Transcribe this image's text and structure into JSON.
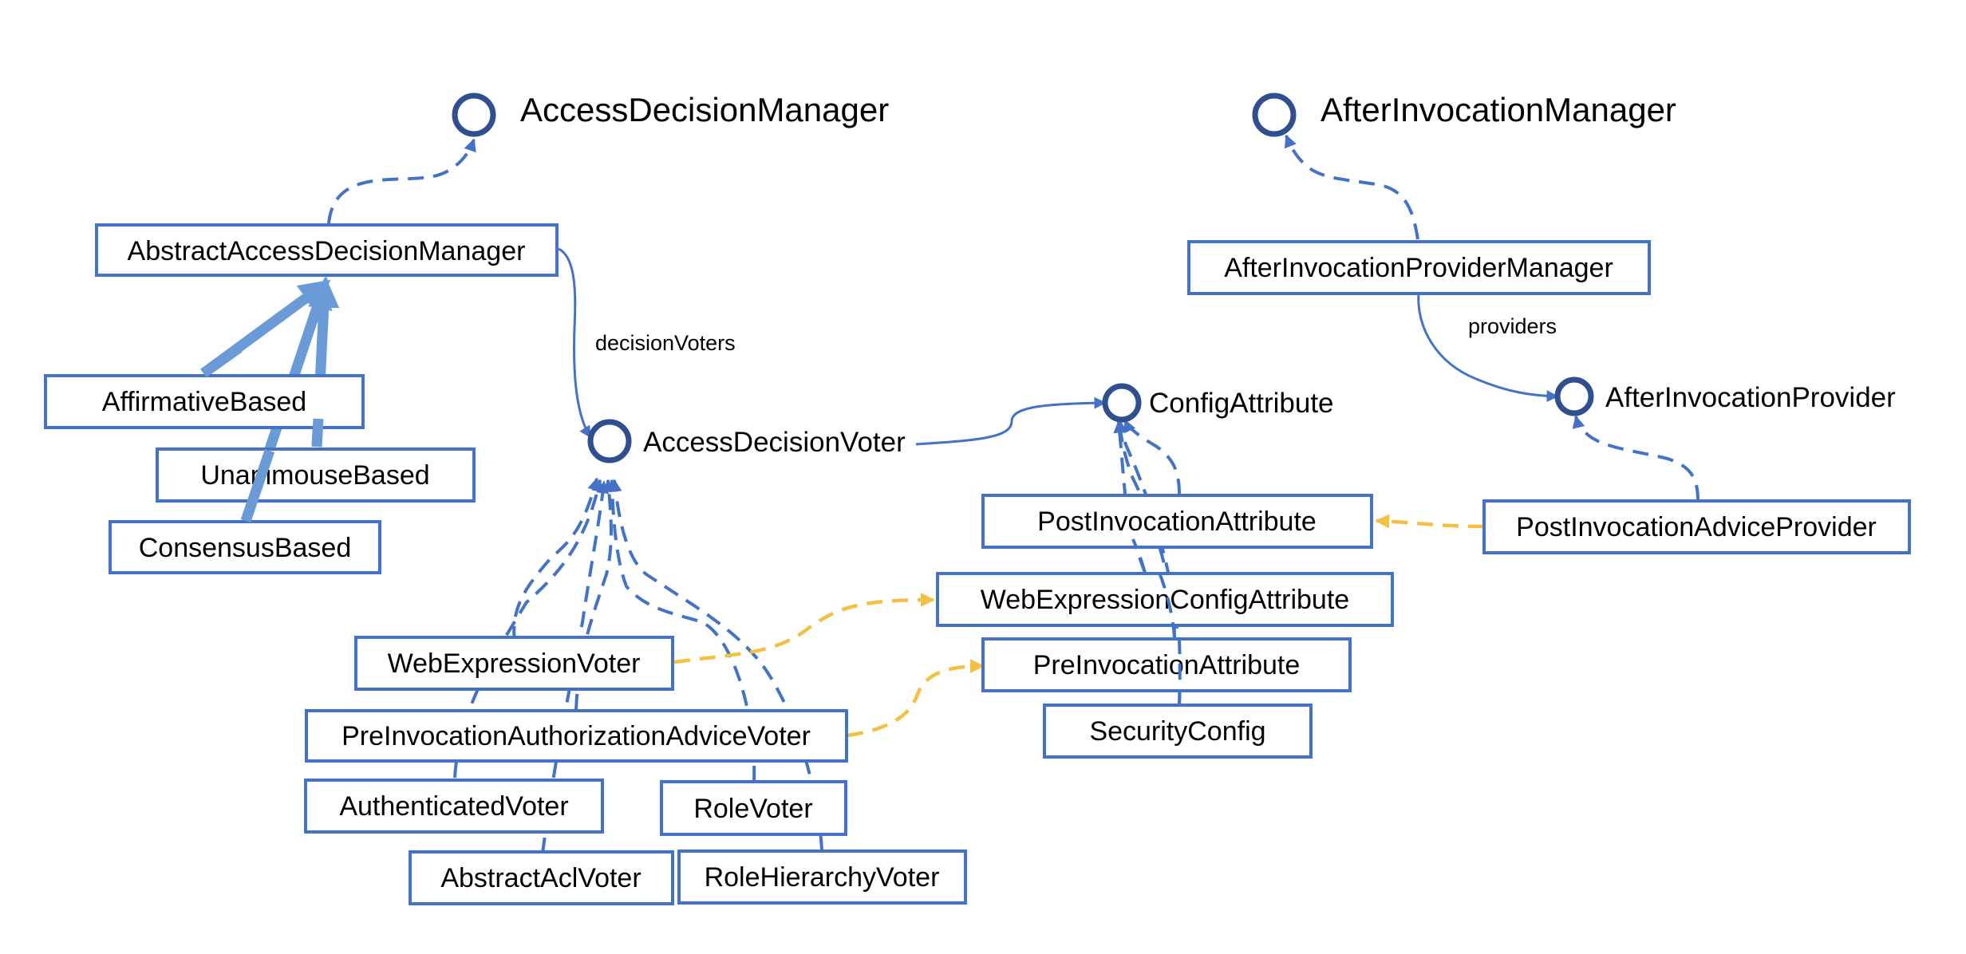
{
  "interfaces": {
    "access_decision_manager": "AccessDecisionManager",
    "after_invocation_manager": "AfterInvocationManager",
    "access_decision_voter": "AccessDecisionVoter",
    "config_attribute": "ConfigAttribute",
    "after_invocation_provider": "AfterInvocationProvider"
  },
  "classes": {
    "abstract_access_decision_manager": "AbstractAccessDecisionManager",
    "affirmative_based": "AffirmativeBased",
    "unanimouse_based": "UnanimouseBased",
    "consensus_based": "ConsensusBased",
    "web_expression_voter": "WebExpressionVoter",
    "pre_invocation_authorization_advice_voter": "PreInvocationAuthorizationAdviceVoter",
    "authenticated_voter": "AuthenticatedVoter",
    "abstract_acl_voter": "AbstractAclVoter",
    "role_voter": "RoleVoter",
    "role_hierarchy_voter": "RoleHierarchyVoter",
    "after_invocation_provider_manager": "AfterInvocationProviderManager",
    "post_invocation_attribute": "PostInvocationAttribute",
    "web_expression_config_attribute": "WebExpressionConfigAttribute",
    "pre_invocation_attribute": "PreInvocationAttribute",
    "security_config": "SecurityConfig",
    "post_invocation_advice_provider": "PostInvocationAdviceProvider"
  },
  "associations": {
    "decision_voters": "decisionVoters",
    "providers": "providers"
  },
  "colors": {
    "box_stroke": "#4472C4",
    "interface_ring": "#2F4F8F",
    "dependency_arrow": "#F2C143",
    "inheritance_arrow": "#6A9BD6"
  }
}
